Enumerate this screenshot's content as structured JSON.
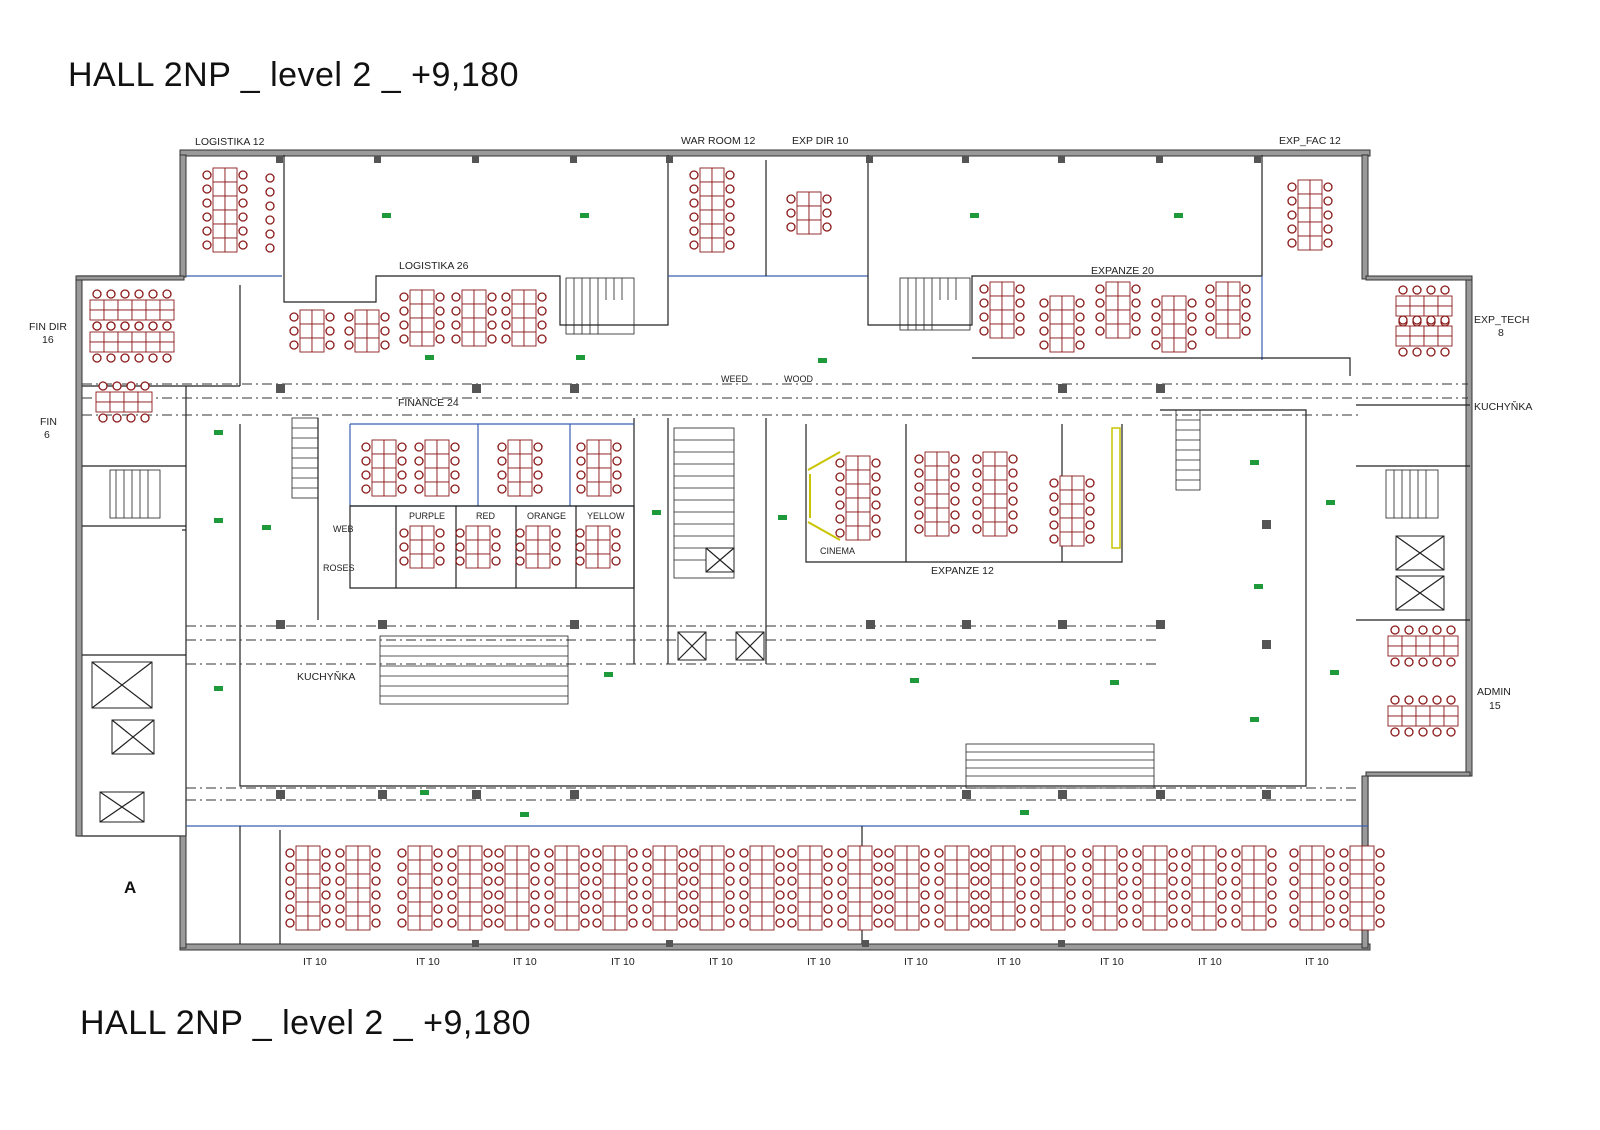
{
  "title_top": "HALL 2NP _ level 2 _ +9,180",
  "title_bottom": "HALL 2NP _ level 2 _ +9,180",
  "zones": {
    "logistika_12": "LOGISTIKA 12",
    "war_room_12": "WAR ROOM 12",
    "exp_dir_10": "EXP DIR 10",
    "exp_fac_12": "EXP_FAC 12",
    "logistika_26": "LOGISTIKA 26",
    "expanze_20": "EXPANZE 20",
    "fin_dir": "FIN DIR",
    "fin_dir_count": "16",
    "fin": "FIN",
    "fin_count": "6",
    "exp_tech": "EXP_TECH",
    "exp_tech_count": "8",
    "kuchynka_right": "KUCHYŇKA",
    "finance_24": "FINANCE 24",
    "weed": "WEED",
    "wood": "WOOD",
    "web": "WEB",
    "roses": "ROSES",
    "purple": "PURPLE",
    "red": "RED",
    "orange": "ORANGE",
    "yellow": "YELLOW",
    "cinema": "CINEMA",
    "expanze_12": "EXPANZE 12",
    "kuchynka_left": "KUCHYŇKA",
    "admin": "ADMIN",
    "admin_count": "15",
    "grid_a": "A"
  },
  "it_labels": [
    "IT 10",
    "IT 10",
    "IT 10",
    "IT 10",
    "IT 10",
    "IT 10",
    "IT 10",
    "IT 10",
    "IT 10",
    "IT 10",
    "IT 10"
  ]
}
